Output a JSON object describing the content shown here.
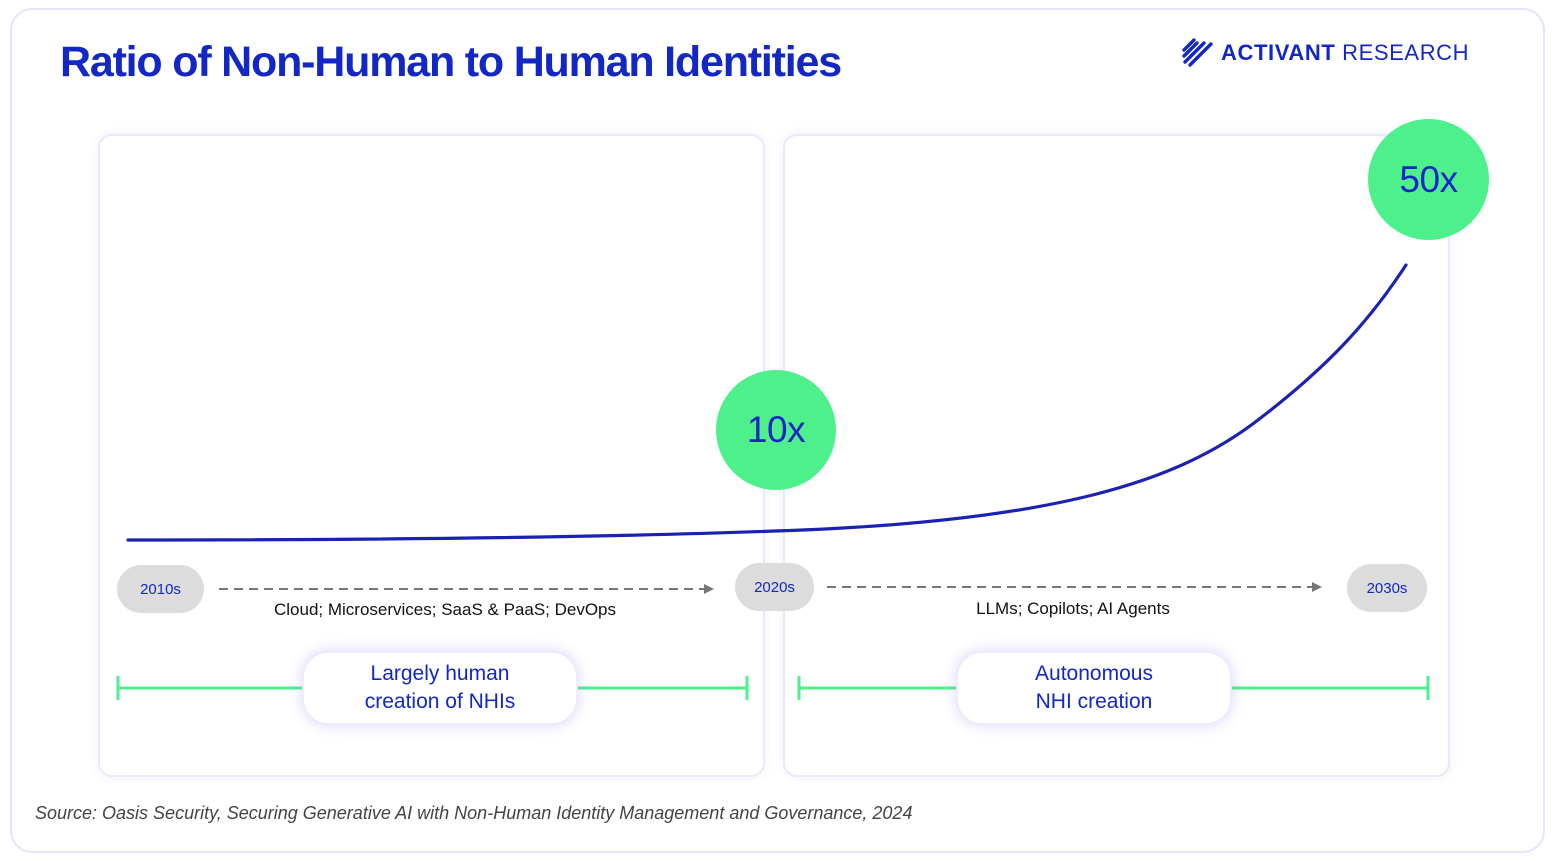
{
  "header": {
    "title": "Ratio of Non-Human to Human Identities",
    "brand_bold": "ACTIVANT",
    "brand_light": "RESEARCH",
    "brand_icon": "diagonal-stripes-logo"
  },
  "milestones": [
    {
      "label": "10x"
    },
    {
      "label": "50x"
    }
  ],
  "eras": [
    {
      "label": "2010s"
    },
    {
      "label": "2020s"
    },
    {
      "label": "2030s"
    }
  ],
  "drivers": [
    {
      "label": "Cloud; Microservices; SaaS & PaaS; DevOps"
    },
    {
      "label": "LLMs; Copilots; AI Agents"
    }
  ],
  "phases": [
    {
      "line1": "Largely human",
      "line2": "creation of NHIs"
    },
    {
      "line1": "Autonomous",
      "line2": "NHI creation"
    }
  ],
  "source": "Source: Oasis Security, Securing Generative AI with Non-Human Identity Management and Governance, 2024",
  "colors": {
    "brand_blue": "#1327c6",
    "curve_blue": "#1a22b2",
    "accent_green": "#4ef08c",
    "era_pill_gray": "#dcdcdc",
    "arrow_gray": "#777777"
  }
}
